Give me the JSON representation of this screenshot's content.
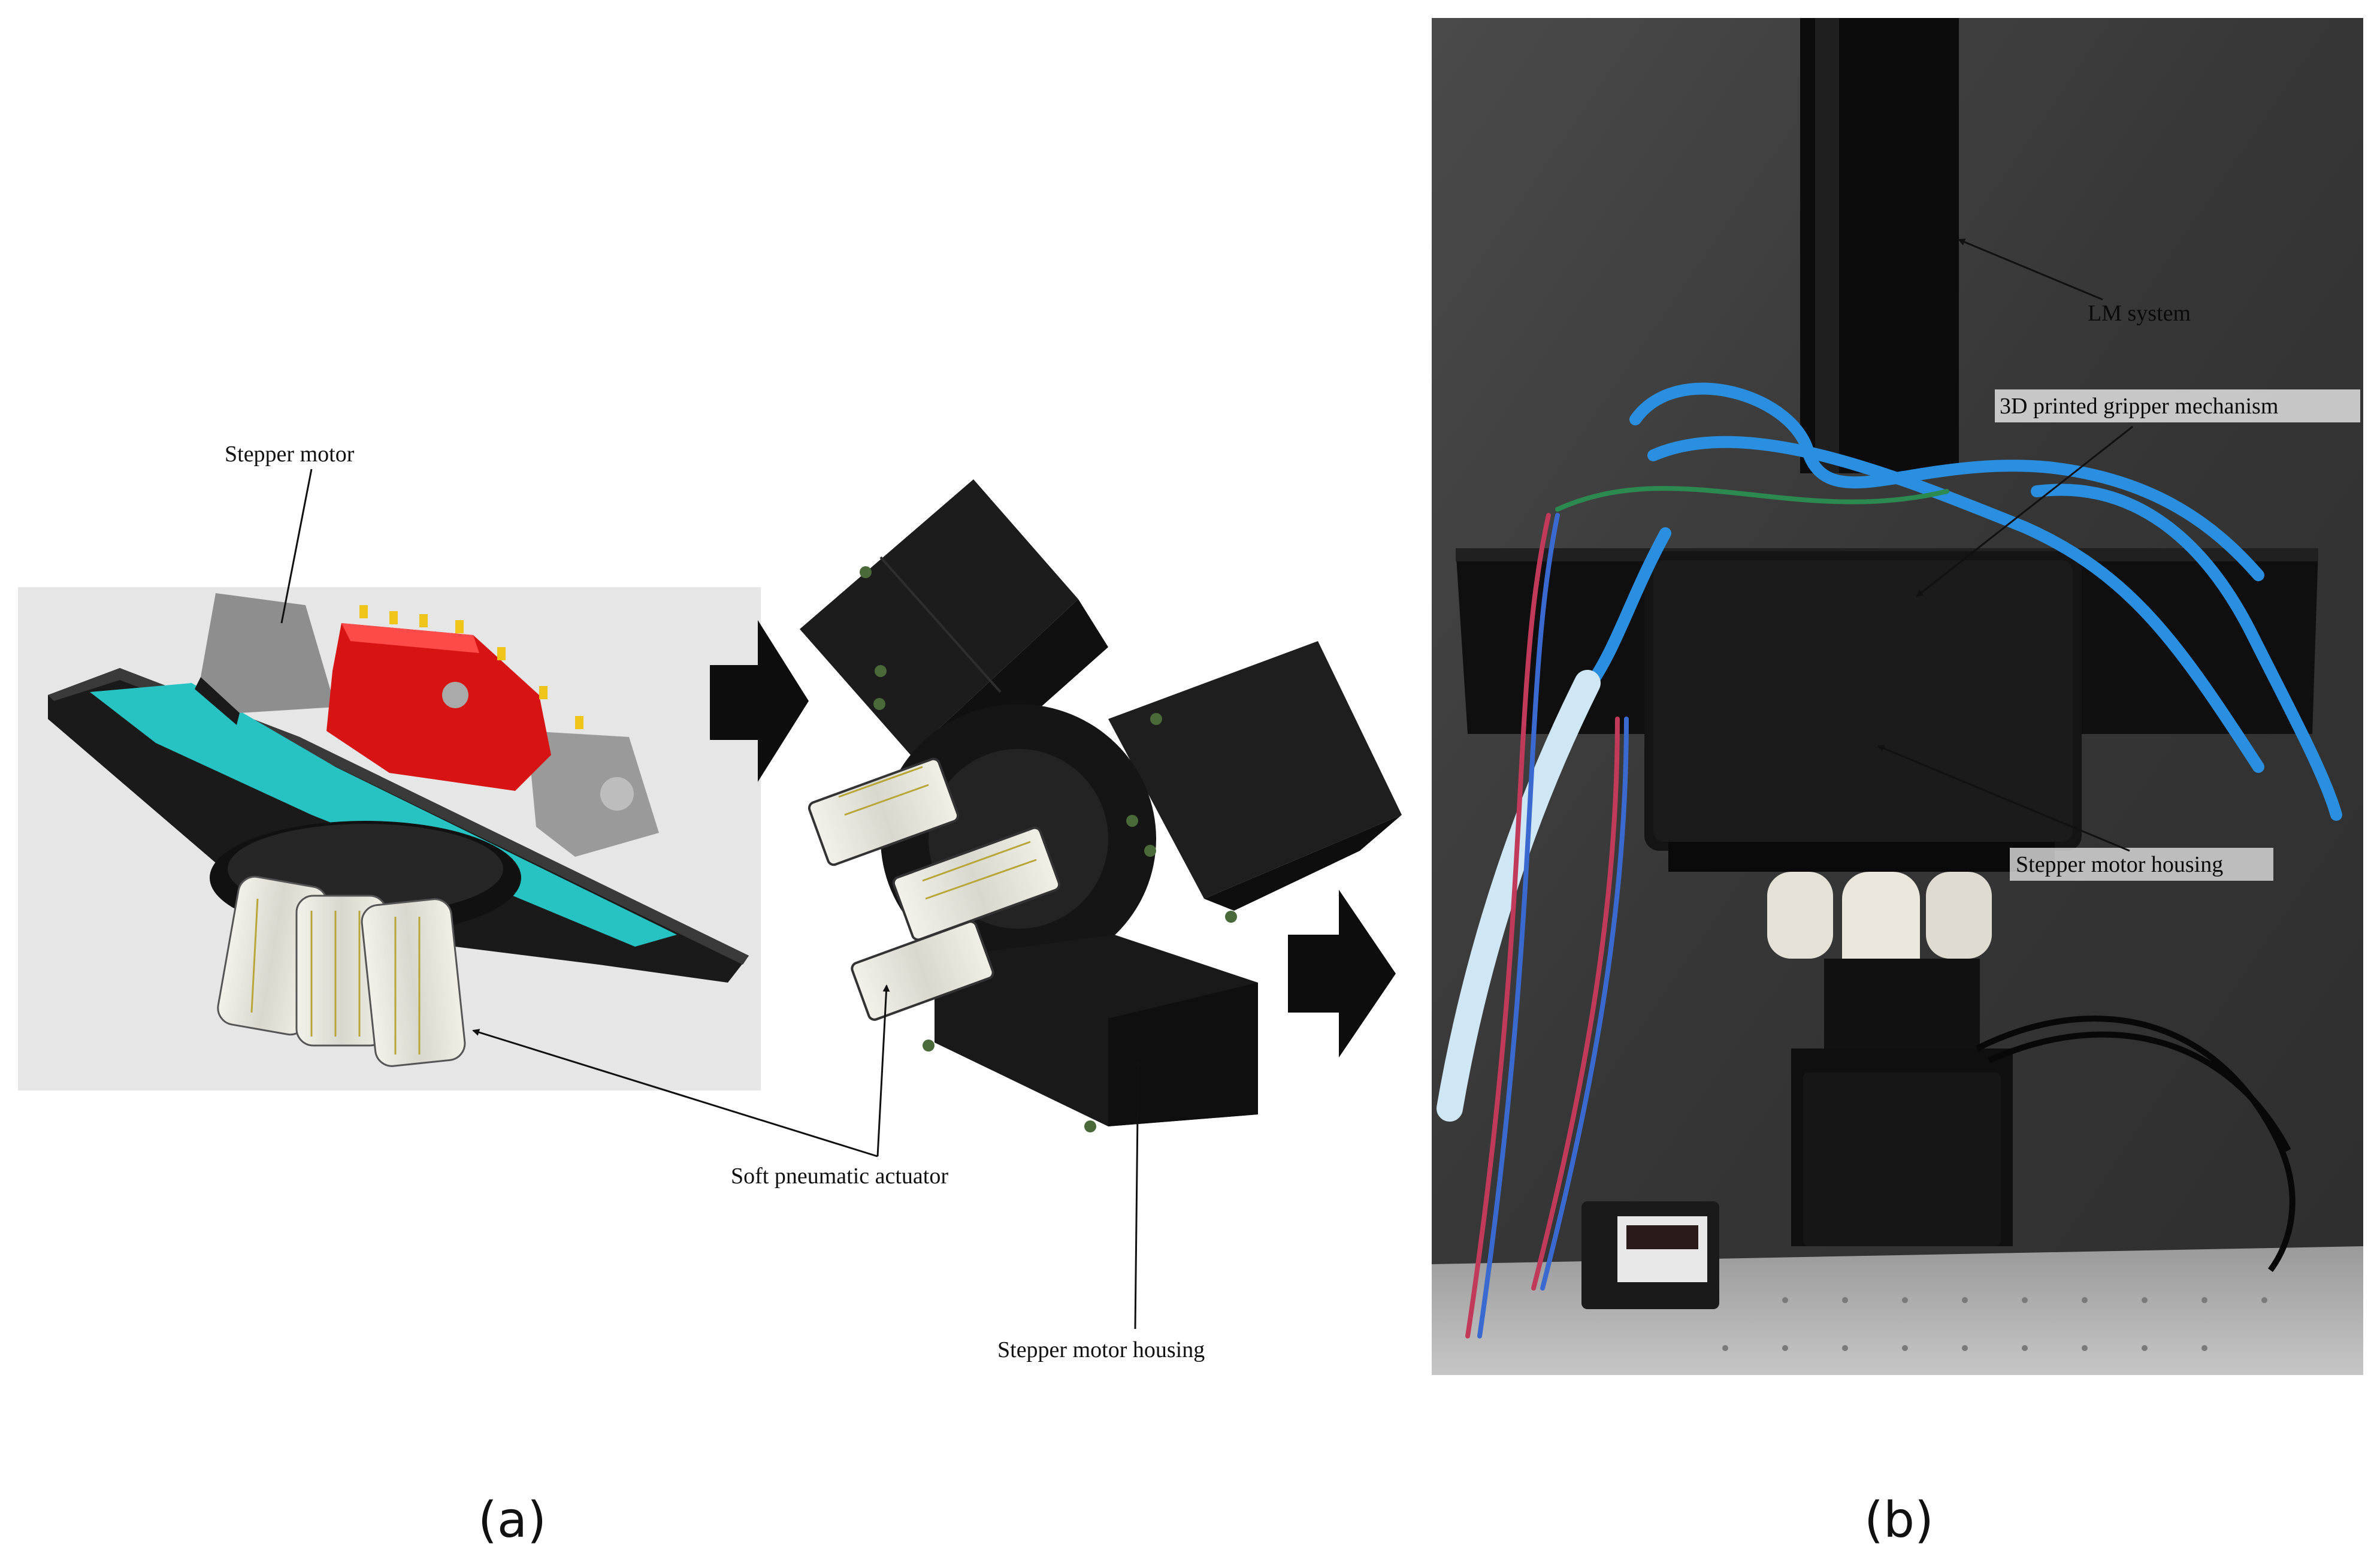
{
  "panels": [
    {
      "caption": "(a)"
    },
    {
      "caption": "(b)"
    }
  ],
  "labels": {
    "stepper_motor": "Stepper motor",
    "soft_pneumatic_actuator": "Soft pneumatic actuator",
    "stepper_motor_housing_cad": "Stepper motor housing",
    "lm_system": "LM system",
    "gripper_mechanism": "3D printed gripper mechanism",
    "stepper_motor_housing_photo": "Stepper motor housing"
  },
  "colors": {
    "motor_red": "#d81313",
    "plate_cyan": "#27c3c3",
    "body_black": "#141414",
    "tube_blue": "#2a8fe0",
    "photo_background": "#3a3a3a"
  }
}
